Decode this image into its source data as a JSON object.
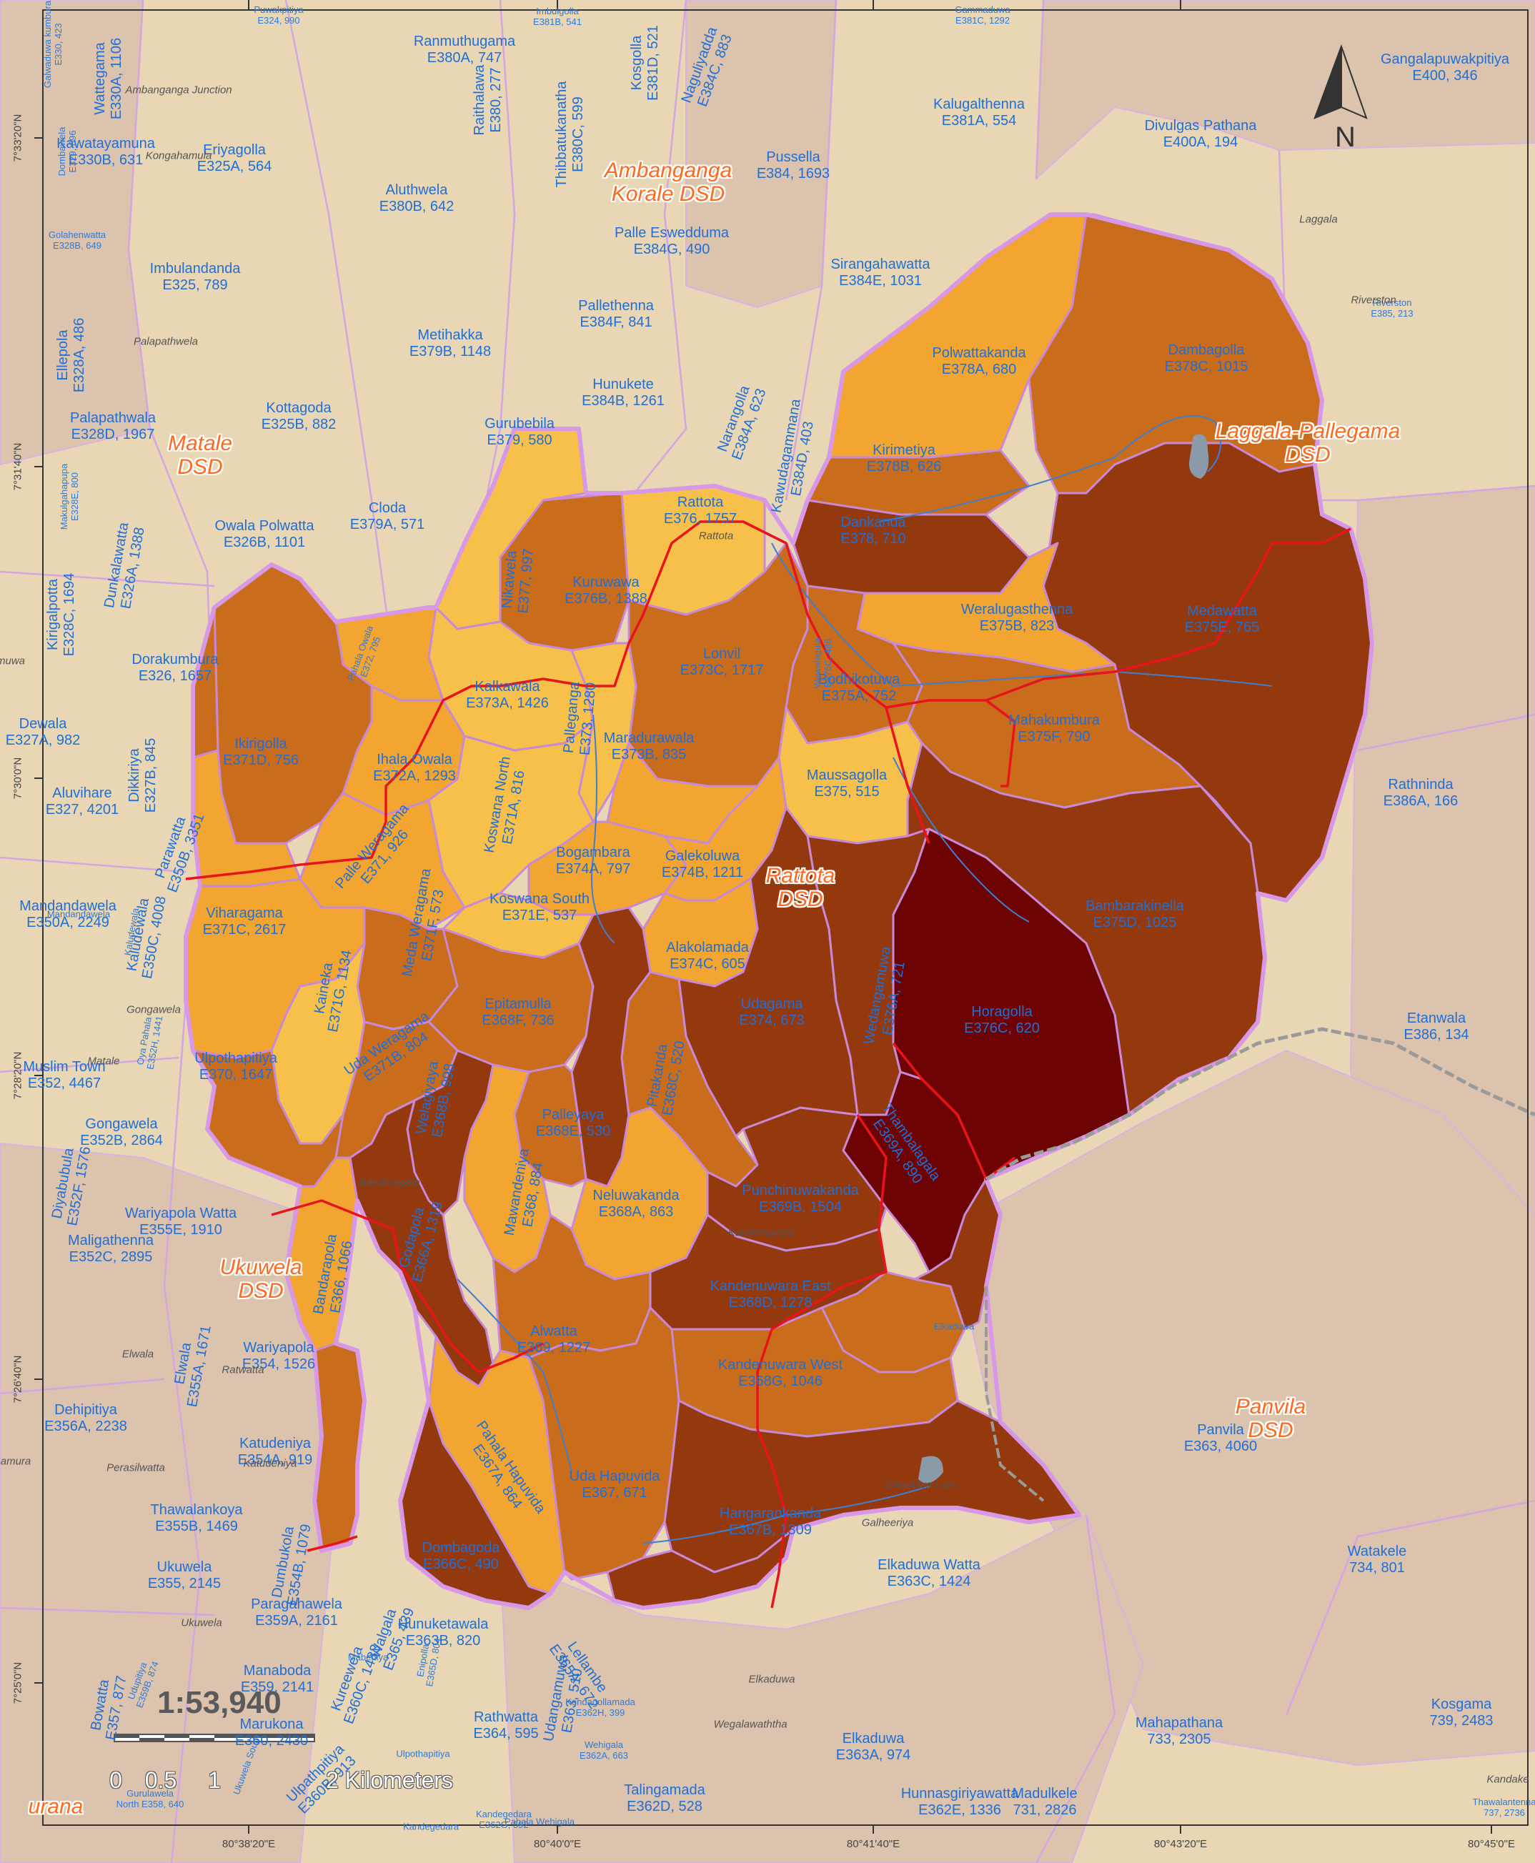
{
  "map": {
    "scale_ratio": "1:53,940",
    "scale_bar": [
      "0",
      "0.5",
      "1",
      "2 Kilometers"
    ],
    "north_label": "N",
    "colors": {
      "background": "#e8d6b5",
      "other_gnd": "#dcc3ad",
      "dsd_boundary": "#d898e8",
      "gnd_boundary": "#c889d8",
      "road_red": "#e8141c",
      "district_border": "#9a9a9a",
      "river": "#3f7fd0",
      "label_blue": "#1f6fd6",
      "dsd_label": "#ff6a1f",
      "class_1": "#f7c04a",
      "class_2": "#f2a531",
      "class_3": "#c96c1c",
      "class_4": "#93390d",
      "class_5": "#6e0303"
    },
    "coordinates": {
      "left": [
        "7°33'20\"N",
        "7°31'40\"N",
        "7°30'0\"N",
        "7°28'20\"N",
        "7°26'40\"N",
        "7°25'0\"N"
      ],
      "bottom": [
        "80°38'20\"E",
        "80°40'0\"E",
        "80°41'40\"E",
        "80°43'20\"E",
        "80°45'0\"E"
      ]
    },
    "dsd_labels": [
      {
        "id": "ambanganga",
        "text": "Ambanganga\nKorale DSD"
      },
      {
        "id": "matale",
        "text": "Matale\nDSD"
      },
      {
        "id": "laggala",
        "text": "Laggala-Pallegama\nDSD"
      },
      {
        "id": "rattota",
        "text": "Rattota\nDSD"
      },
      {
        "id": "ukuwela",
        "text": "Ukuwela\nDSD"
      },
      {
        "id": "panvila",
        "text": "Panvila\nDSD"
      },
      {
        "id": "kurana",
        "text": "urana"
      }
    ],
    "place_labels": [
      "Ambanganga Junction",
      "Kongahamula",
      "Palapathwela",
      "Laggala",
      "Riverston",
      "Rattota",
      "Gongawela",
      "Matale",
      "Bandarapola",
      "Kandenuwara",
      "Elwala",
      "Ratwatta",
      "Perasilwatta",
      "Katudeniya",
      "Galheeriya",
      "Elkaduwa",
      "Ukuwela",
      "Wegalawaththa",
      "Kandake",
      "Elkaduwa Lake",
      "muwa",
      "amura"
    ],
    "gnd_labels": [
      "Wattegama\nE330A, 1106",
      "Kosgolla\nE381D, 521",
      "Naguliyadda\nE384C, 883",
      "Ranmuthugama\nE380A, 747",
      "Kalugalthenna\nE381A, 554",
      "Gangalapuwakpitiya\nE400, 346",
      "Divulgas Pathana\nE400A, 194",
      "Kawatayamuna\nE330B, 631",
      "Eriyagolla\nE325A, 564",
      "Raithalawa\nE380, 277",
      "Thibbatukanatha\nE380C, 599",
      "Pussella\nE384, 1693",
      "Aluthwela\nE380B, 642",
      "Palle Eswedduma\nE384G, 490",
      "Imbulandanda\nE325, 789",
      "Sirangahawatta\nE384E, 1031",
      "Pallethenna\nE384F, 841",
      "Metihakka\nE379B, 1148",
      "Ellepola\nE328A, 486",
      "Polwattakanda\nE378A, 680",
      "Dambagolla\nE378C, 1015",
      "Hunukete\nE384B, 1261",
      "Narangolla\nE384A, 623",
      "Kawudagammana\nE384D, 403",
      "Kottagoda\nE325B, 882",
      "Palapathwala\nE328D, 1967",
      "Gurubebila\nE379, 580",
      "Kirimetiya\nE378B, 626",
      "Cloda\nE379A, 571",
      "Rattota\nE376, 1757",
      "Dankanda\nE378, 710",
      "Owala Polwatta\nE326B, 1101",
      "Nikawela\nE377, 997",
      "Kuruwawa\nE376B, 1388",
      "Weralugasthenna\nE375B, 823",
      "Medawatta\nE375E, 765",
      "Dunkalawatta\nE326A, 1388",
      "Kirigalpotta\nE328C, 1694",
      "Lonvil\nE373C, 1717",
      "Bodhikotuwa\nE375A, 752",
      "Dorakumbura\nE326, 1657",
      "Kalkawala\nE373A, 1426",
      "Palleganga\nE373, 1280",
      "Mahakumbura\nE375F, 790",
      "Ikirigolla\nE371D, 756",
      "Maradurawala\nE373B, 835",
      "Ihala Owala\nE372A, 1293",
      "Maussagolla\nE375, 515",
      "Dewala\nE327A, 982",
      "Dikkiriya\nE327B, 845",
      "Rathninda\nE386A, 166",
      "Aluvihare\nE327, 4201",
      "Koswana North\nE371A, 816",
      "Palle Weragama\nE371, 926",
      "Bogambara\nE374A, 797",
      "Galekoluwa\nE374B, 1211",
      "Parawatta\nE350B, 3351",
      "Bambarakinella\nE375D, 1025",
      "Koswana South\nE371E, 537",
      "Viharagama\nE371C, 2617",
      "Meda Weragama\nE371F, 573",
      "Kaludewala\nE350C, 4008",
      "Alakolamada\nE374C, 605",
      "Wedangamuwa\nE376A, 721",
      "Kaineka\nE371G, 1134",
      "Epitamulla\nE368F, 736",
      "Udagama\nE374, 673",
      "Horagolla\nE376C, 620",
      "Etanwala\nE386, 134",
      "Ulpothapitiya\nE370, 1647",
      "Uda Weragama\nE371B, 804",
      "Pitakanda\nE368C, 520",
      "Gongawela\nE352B, 2864",
      "Welagiyaya\nE368B, 998",
      "Palleyaya\nE368E, 530",
      "Mawandeniya\nE368, 884",
      "Thambalagala\nE369A, 890",
      "Punchinuwakanda\nE369B, 1504",
      "Neluwakanda\nE368A, 863",
      "Diyabubula\nE352F, 1576",
      "Wariyapola Watta\nE355E, 1910",
      "Godapola\nE366A, 1319",
      "Maligathenna\nE352C, 2895",
      "Bandarapola\nE366, 1066",
      "Kandenuwara East\nE368D, 1278",
      "Alwatta\nE369, 1227",
      "Kandenuwara West\nE368G, 1046",
      "Elwala\nE355A, 1671",
      "Dehipitiya\nE356A, 2238",
      "Pahala Hapuvida\nE367A, 864",
      "Uda Hapuvida\nE367, 671",
      "Panvila\nE363, 4060",
      "Hangarankanda\nE367B, 1309",
      "Katudeniya\nE354A, 919",
      "Thawalankoya\nE355B, 1469",
      "Dombagoda\nE366C, 490",
      "Watakele\n734, 801",
      "Ukuwela\nE355, 2145",
      "Elkaduwa Watta\nE363C, 1424",
      "Walgala\nE365, 439",
      "Hunuketawala\nE363B, 820",
      "Lellambe\nE365A, 672",
      "Udangamuwa\nE363, 510",
      "Manaboda\nE359, 2141",
      "Kosgama\n739, 2483",
      "Bowatta\nE357, 877",
      "Marukona\nE360, 2430",
      "Rathwatta\nE364, 595",
      "Mahapathana\n733, 2305",
      "Elkaduwa\nE363A, 974",
      "Talingamada\nE362D, 528",
      "Madulkele\n731, 2826",
      "Hunnasgiriyawatta\nE362E, 1336",
      "Ulpathpitiya\nE360B, 913",
      "Muslim Town\nE352, 4467",
      "Wariyapola\nE354, 1526",
      "Paragahawela\nE359A, 2161",
      "Mandandawela\nE350A, 2249",
      "Kureewela\nE360C, 1483",
      "Dumbukola\nE354B, 1079"
    ],
    "small_labels": [
      "Galwaduwa kumbura\nE330, 423",
      "Puwakpitiya\nE324, 990",
      "Imbulgolla\nE381B, 541",
      "Gammaduwa\nE381C, 1292",
      "Golahenwatta\nE328B, 649",
      "Dombawela\nE329, 696",
      "Makulgahapupa\nE328E, 800",
      "Pahala Owala\nE372, 795",
      "Wewalagala\nE375C, 486",
      "Oya Pahala\nE352H, 1441",
      "Kaludewala",
      "Mandandawela",
      "Udupitiya\nE359B, 874",
      "Ukuwela South",
      "Gurulawela\nNorth E358, 640",
      "Kandegedara",
      "Pahala Wehigala",
      "Wehigala\nE362A, 663",
      "Kendagollamada\nE362H, 399",
      "Kandegedara\nE362G, 592",
      "Ulpothapitiya",
      "Mabeniya",
      "Enipolla\nE365D, 804",
      "Elkaduwa",
      "Thawalantenna\n737, 2736",
      "Riverston\nE385, 213"
    ]
  }
}
